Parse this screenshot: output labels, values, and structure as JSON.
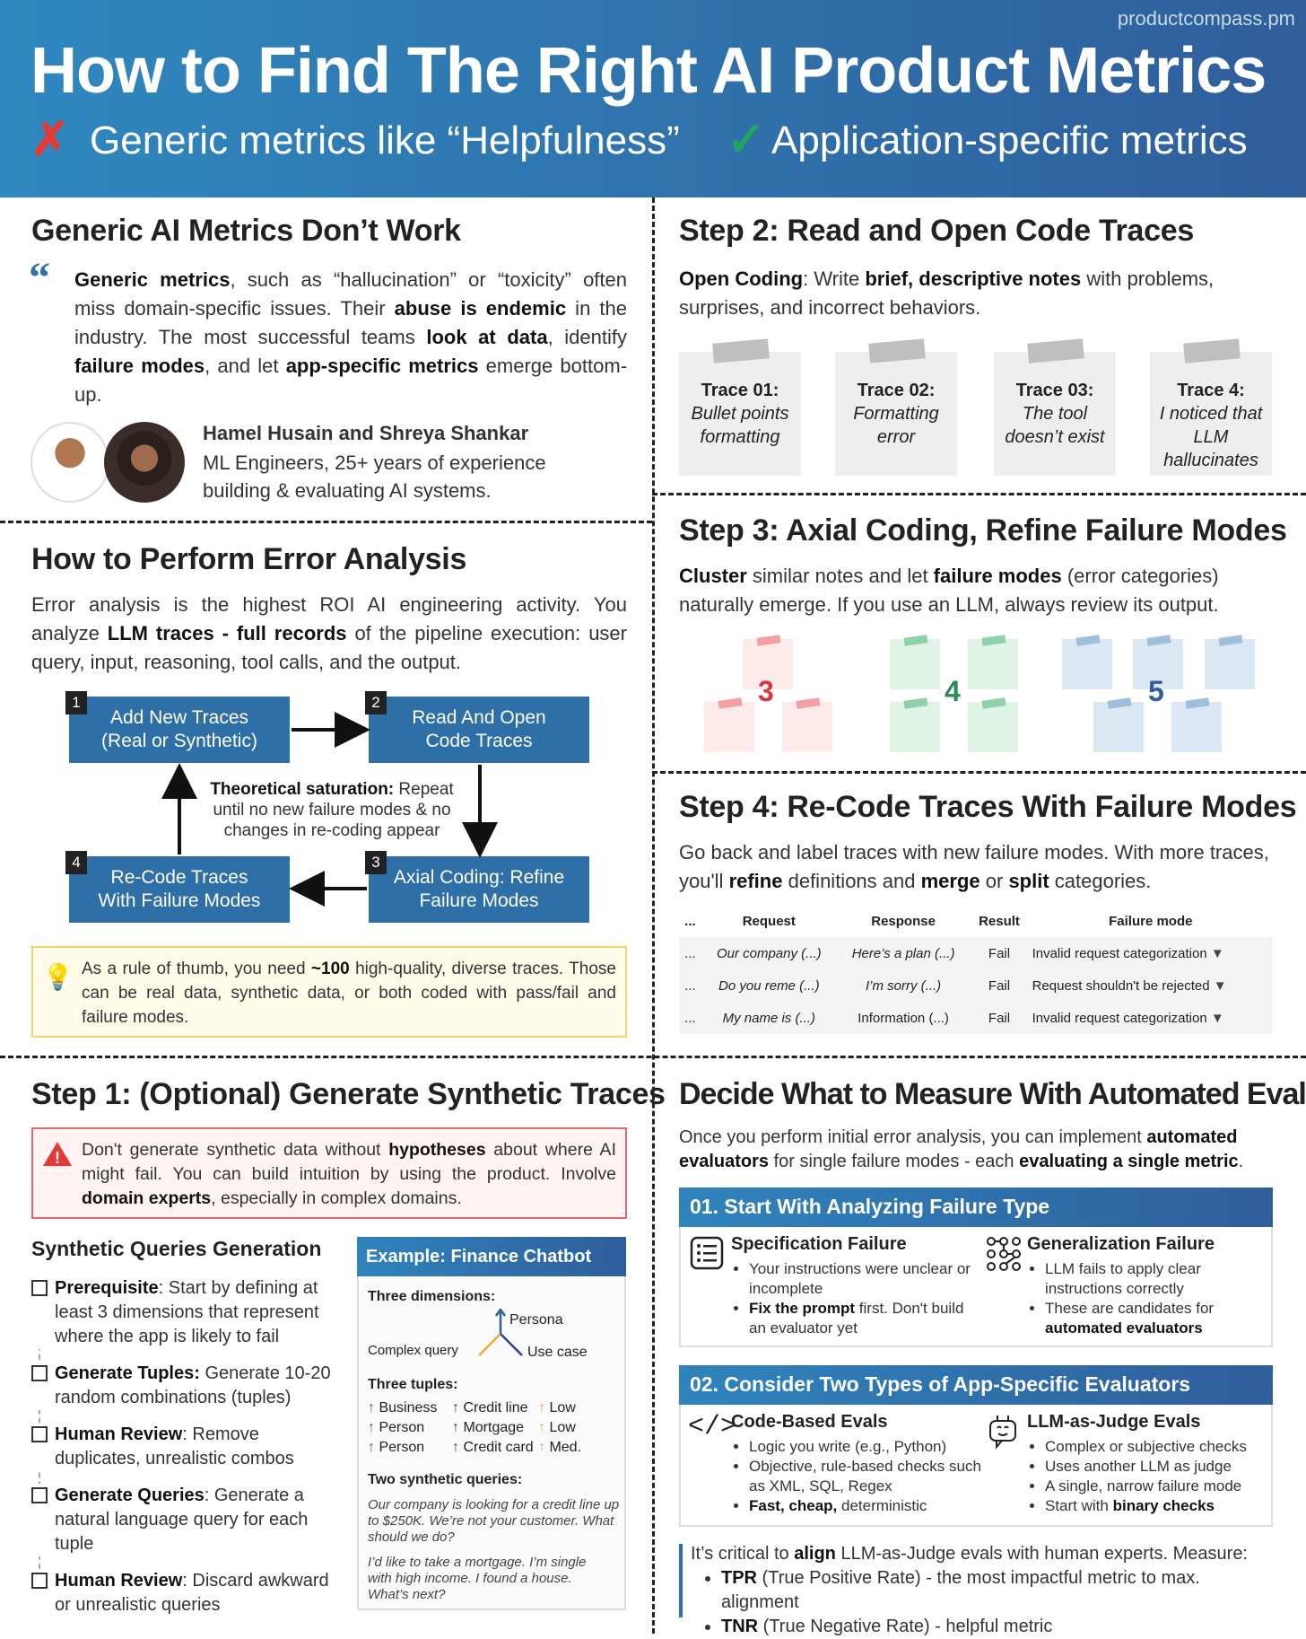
{
  "header": {
    "site": "productcompass.pm",
    "title": "How to Find The Right AI Product Metrics",
    "bad": "Generic metrics like “Helpfulness”",
    "good": "Application-specific metrics",
    "colors": {
      "bad": "#e53935",
      "good": "#22a45d"
    }
  },
  "generic": {
    "title": "Generic AI Metrics Don’t Work",
    "quote": "**Generic metrics**, such as “hallucination” or “toxicity” often miss domain-specific issues. Their **abuse is endemic** in the industry. The most successful teams **look at data**, identify **failure modes**, and let **app-specific metrics** emerge bottom-up.",
    "author": "Hamel Husain and Shreya Shankar",
    "role": "ML Engineers, 25+ years of experience building & evaluating AI systems."
  },
  "error": {
    "title": "How to Perform Error Analysis",
    "text": "Error analysis is the highest ROI AI engineering activity. You analyze **LLM traces - full records** of the pipeline execution: user query, input, reasoning, tool calls, and the output.",
    "steps": [
      {
        "n": "1",
        "label": "Add New Traces (Real or Synthetic)"
      },
      {
        "n": "2",
        "label": "Read And Open Code Traces"
      },
      {
        "n": "3",
        "label": "Axial Coding: Refine Failure Modes"
      },
      {
        "n": "4",
        "label": "Re-Code Traces With Failure Modes"
      }
    ],
    "saturation": "**Theoretical saturation:** Repeat until no new failure modes & no changes in re-coding appear",
    "tip": "As a rule of thumb, you need **~100** high-quality, diverse traces. Those can be real data, synthetic data, or both coded with pass/fail and failure modes."
  },
  "step1": {
    "title": "Step 1: (Optional) Generate Synthetic Traces",
    "warning": "Don't generate synthetic data without **hypotheses** about where AI might fail. You can build intuition by using the product. Involve  **domain experts**, especially in complex domains.",
    "subtitle": "Synthetic Queries Generation",
    "items": [
      "**Prerequisite**: Start by defining at least 3 dimensions that represent where the app is likely to fail",
      "**Generate Tuples:** Generate 10-20 random combinations (tuples)",
      "**Human Review**: Remove duplicates, unrealistic combos",
      "**Generate Queries**: Generate a natural language query for each tuple",
      "**Human Review**: Discard awkward or unrealistic queries"
    ],
    "example": {
      "title": "Example: Finance Chatbot",
      "dims_label": "Three dimensions:",
      "dims": [
        "Persona",
        "Complex query",
        "Use case"
      ],
      "tuples_label": "Three tuples:",
      "tuples": [
        [
          "Business",
          "Credit line",
          "Low"
        ],
        [
          "Person",
          "Mortgage",
          "Low"
        ],
        [
          "Person",
          "Credit card",
          "Med."
        ]
      ],
      "queries_label": "Two synthetic queries:",
      "queries": [
        "Our company is looking for a credit line up to $250K. We’re not your customer. What should we do?",
        "I’d like to take a mortgage. I’m single with high income. I found a house. What’s next?"
      ]
    }
  },
  "step2": {
    "title": "Step 2: Read and Open Code Traces",
    "text": "**Open Coding**: Write **brief, descriptive notes** with problems, surprises, and incorrect behaviors.",
    "traces": [
      {
        "id": "Trace 01:",
        "note": "Bullet points formatting"
      },
      {
        "id": "Trace 02:",
        "note": "Formatting error"
      },
      {
        "id": "Trace 03:",
        "note": "The tool doesn’t exist"
      },
      {
        "id": "Trace 4:",
        "note": "I noticed that LLM hallucinates"
      }
    ]
  },
  "step3": {
    "title": "Step 3: Axial Coding, Refine Failure Modes",
    "text": "**Cluster** similar notes and let **failure modes** (error categories) naturally emerge. If you use an LLM, always review its output.",
    "clusters": [
      {
        "count": "3",
        "color": "#d9363e"
      },
      {
        "count": "4",
        "color": "#2e8b57"
      },
      {
        "count": "5",
        "color": "#2f5e9b"
      }
    ]
  },
  "step4": {
    "title": "Step 4: Re-Code Traces With Failure Modes",
    "text": "Go back and label traces with new failure modes. With more traces, you'll **refine** definitions and **merge** or **split** categories.",
    "columns": [
      "...",
      "Request",
      "Response",
      "Result",
      "Failure mode"
    ],
    "rows": [
      [
        "...",
        "Our company (...)",
        "Here’s a plan (...)",
        "Fail",
        "Invalid request categorization"
      ],
      [
        "...",
        "Do you reme (...)",
        "I’m sorry (...)",
        "Fail",
        "Request shouldn't be rejected"
      ],
      [
        "...",
        "My name is (...)",
        "Information (...)",
        "Fail",
        "Invalid request categorization"
      ]
    ]
  },
  "decide": {
    "title": "Decide What to Measure With Automated Evals",
    "text": "Once you perform initial error analysis, you can implement **automated evaluators** for single failure modes - each **evaluating a single metric**.",
    "box1": {
      "title": "01. Start With Analyzing Failure Type",
      "left": {
        "title": "Specification Failure",
        "items": [
          "Your instructions were unclear or incomplete",
          "**Fix the prompt** first. Don't build an evaluator yet"
        ]
      },
      "right": {
        "title": "Generalization Failure",
        "items": [
          "LLM fails to apply clear instructions correctly",
          "These are candidates for **automated evaluators**"
        ]
      }
    },
    "box2": {
      "title": "02. Consider Two Types of App-Specific Evaluators",
      "left": {
        "title": "Code-Based Evals",
        "items": [
          "Logic you write (e.g., Python)",
          "Objective, rule-based checks such as XML, SQL, Regex",
          "**Fast, cheap,** deterministic"
        ]
      },
      "right": {
        "title": "LLM-as-Judge Evals",
        "items": [
          "Complex or subjective checks",
          "Uses another LLM as judge",
          "A single, narrow failure mode",
          "Start with **binary checks**"
        ]
      }
    },
    "note": "It’s critical to **align** LLM-as-Judge evals with human experts. Measure:",
    "metrics": [
      "**TPR** (True Positive Rate) - the most impactful metric to max. alignment",
      "**TNR** (True Negative Rate) - helpful metric"
    ]
  }
}
